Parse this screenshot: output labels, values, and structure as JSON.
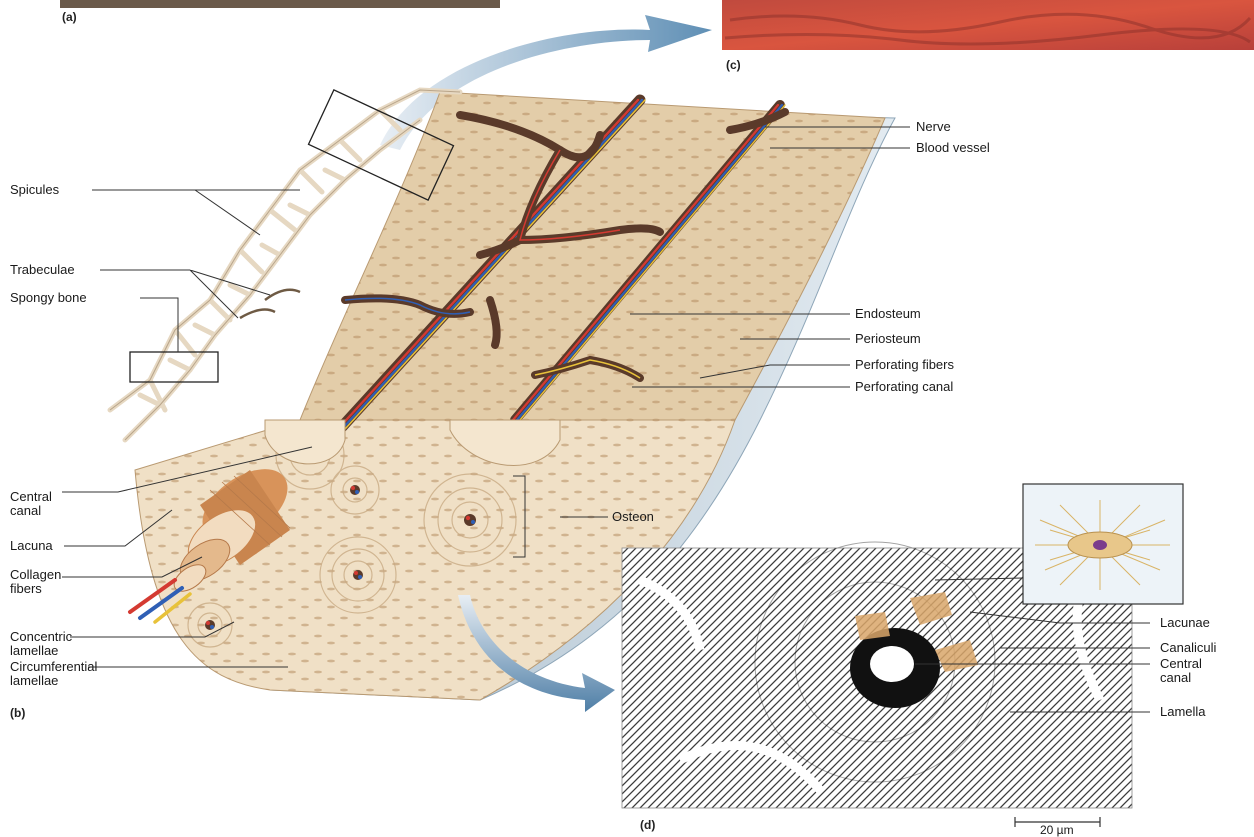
{
  "panels": {
    "a": "(a)",
    "b": "(b)",
    "c": "(c)",
    "d": "(d)"
  },
  "labels": {
    "spicules": "Spicules",
    "trabeculae": "Trabeculae",
    "spongy_bone": "Spongy bone",
    "central_canal_left": [
      "Central",
      "canal"
    ],
    "lacuna": "Lacuna",
    "collagen_fibers": [
      "Collagen",
      "fibers"
    ],
    "concentric_lamellae": [
      "Concentric",
      "lamellae"
    ],
    "circumferential_lamellae": [
      "Circumferential",
      "lamellae"
    ],
    "nerve": "Nerve",
    "blood_vessel": "Blood vessel",
    "endosteum": "Endosteum",
    "periosteum": "Periosteum",
    "perforating_fibers": "Perforating fibers",
    "perforating_canal": "Perforating canal",
    "osteon": "Osteon",
    "lacunae": "Lacunae",
    "canaliculi": "Canaliculi",
    "central_canal_right": [
      "Central",
      "canal"
    ],
    "lamella": "Lamella"
  },
  "scale_bar": "20 µm",
  "colors": {
    "bone": "#e9d6b8",
    "bone_dark": "#c9ab84",
    "periosteum": "#b9c9d6",
    "micrograph_red": "#c7463c",
    "canal": "#5a3a2a",
    "artery": "#d43a32",
    "vein": "#2f5fb5",
    "nerve": "#e8c23a",
    "arrow": "#5f8fb5"
  }
}
